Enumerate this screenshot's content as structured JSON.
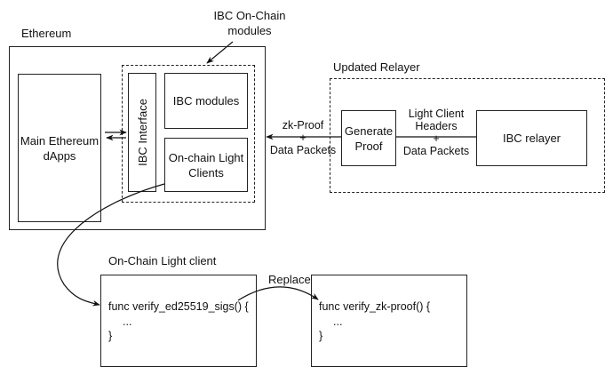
{
  "labels": {
    "ethereum": "Ethereum",
    "ibc_onchain_modules_line1": "IBC On-Chain",
    "ibc_onchain_modules_line2": "modules",
    "updated_relayer": "Updated Relayer",
    "onchain_light_client": "On-Chain Light client",
    "replace": "Replace"
  },
  "boxes": {
    "main_dapps_line1": "Main Ethereum",
    "main_dapps_line2": "dApps",
    "ibc_interface": "IBC Interface",
    "ibc_modules": "IBC modules",
    "light_clients_line1": "On-chain Light",
    "light_clients_line2": "Clients",
    "generate_proof_line1": "Generate",
    "generate_proof_line2": "Proof",
    "ibc_relayer": "IBC relayer"
  },
  "edges": {
    "zk_proof": {
      "line1": "zk-Proof",
      "plus": "+",
      "line2": "Data Packets"
    },
    "headers": {
      "line1": "Light Client",
      "line2": "Headers",
      "plus": "+",
      "line3": "Data Packets"
    }
  },
  "code": {
    "old_func": {
      "sig": "func verify_ed25519_sigs() {",
      "body": "...",
      "close": "}"
    },
    "new_func": {
      "sig": "func verify_zk-proof() {",
      "body": "...",
      "close": "}"
    }
  },
  "colors": {
    "stroke": "#222222",
    "background": "#ffffff",
    "text": "#111111"
  }
}
